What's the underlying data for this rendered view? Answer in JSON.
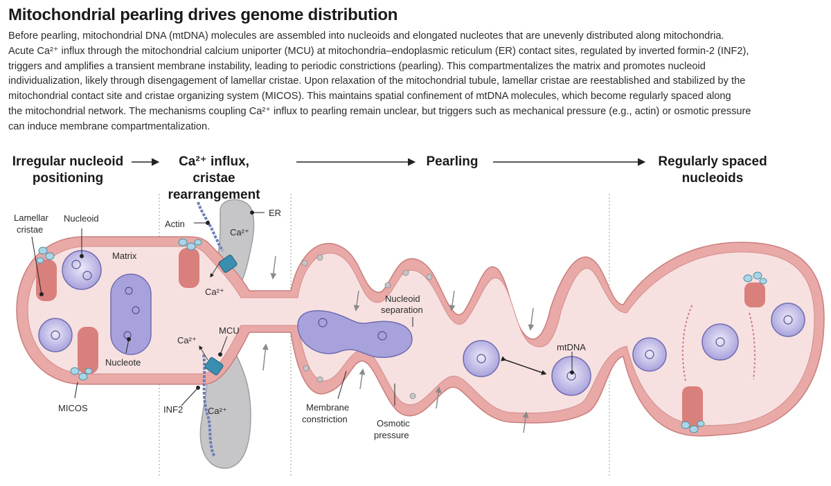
{
  "figure": {
    "title": "Mitochondrial pearling drives genome distribution",
    "description": [
      "Before pearling, mitochondrial DNA (mtDNA) molecules are assembled into nucleoids and elongated nucleotes that are unevenly distributed along mitochondria.",
      "Acute Ca²⁺ influx through the mitochondrial calcium uniporter (MCU) at mitochondria–endoplasmic reticulum (ER) contact sites, regulated by inverted formin-2 (INF2),",
      "triggers and amplifies a transient membrane instability, leading to periodic constrictions (pearling). This compartmentalizes the matrix and promotes nucleoid",
      "individualization, likely through disengagement of lamellar cristae. Upon relaxation of the mitochondrial tubule, lamellar cristae are reestablished and stabilized by the",
      "mitochondrial contact site and cristae organizing system (MICOS). This maintains spatial confinement of mtDNA molecules, which become regularly spaced along",
      "the mitochondrial network. The mechanisms coupling Ca²⁺ influx to pearling remain unclear, but triggers such as mechanical pressure (e.g., actin) or osmotic pressure",
      "can induce membrane compartmentalization."
    ]
  },
  "stages": {
    "s1": [
      "Irregular nucleoid",
      "positioning"
    ],
    "s2": [
      "Ca²⁺ influx, cristae",
      "rearrangement"
    ],
    "s3": "Pearling",
    "s4": [
      "Regularly spaced",
      "nucleoids"
    ]
  },
  "labels": {
    "lamellar_cristae": [
      "Lamellar",
      "cristae"
    ],
    "nucleoid": "Nucleoid",
    "matrix": "Matrix",
    "nucleote": "Nucleote",
    "micos": "MICOS",
    "actin": "Actin",
    "er": "ER",
    "ca_top_in": "Ca²⁺",
    "ca_top_out": "Ca²⁺",
    "mcu": "MCU",
    "ca_bot_out": "Ca²⁺",
    "ca_bot_in": "Ca²⁺",
    "inf2": "INF2",
    "nucleoid_separation": [
      "Nucleoid",
      "separation"
    ],
    "membrane_constriction": [
      "Membrane",
      "constriction"
    ],
    "osmotic_pressure": [
      "Osmotic",
      "pressure"
    ],
    "mtdna": "mtDNA"
  },
  "colors": {
    "membrane": "#e8a9a7",
    "membrane_edge": "#c97e7c",
    "matrix": "#f7e1e0",
    "cristae": "#d9807d",
    "nucleoid": "#c8c3ea",
    "nucleoid_edge": "#6f6bb0",
    "er": "#c6c6c8",
    "mcu": "#3a8fb0",
    "micos": "#a9d6e6",
    "actin": "#6b7fb8",
    "arrow": "#8a8a8a"
  }
}
